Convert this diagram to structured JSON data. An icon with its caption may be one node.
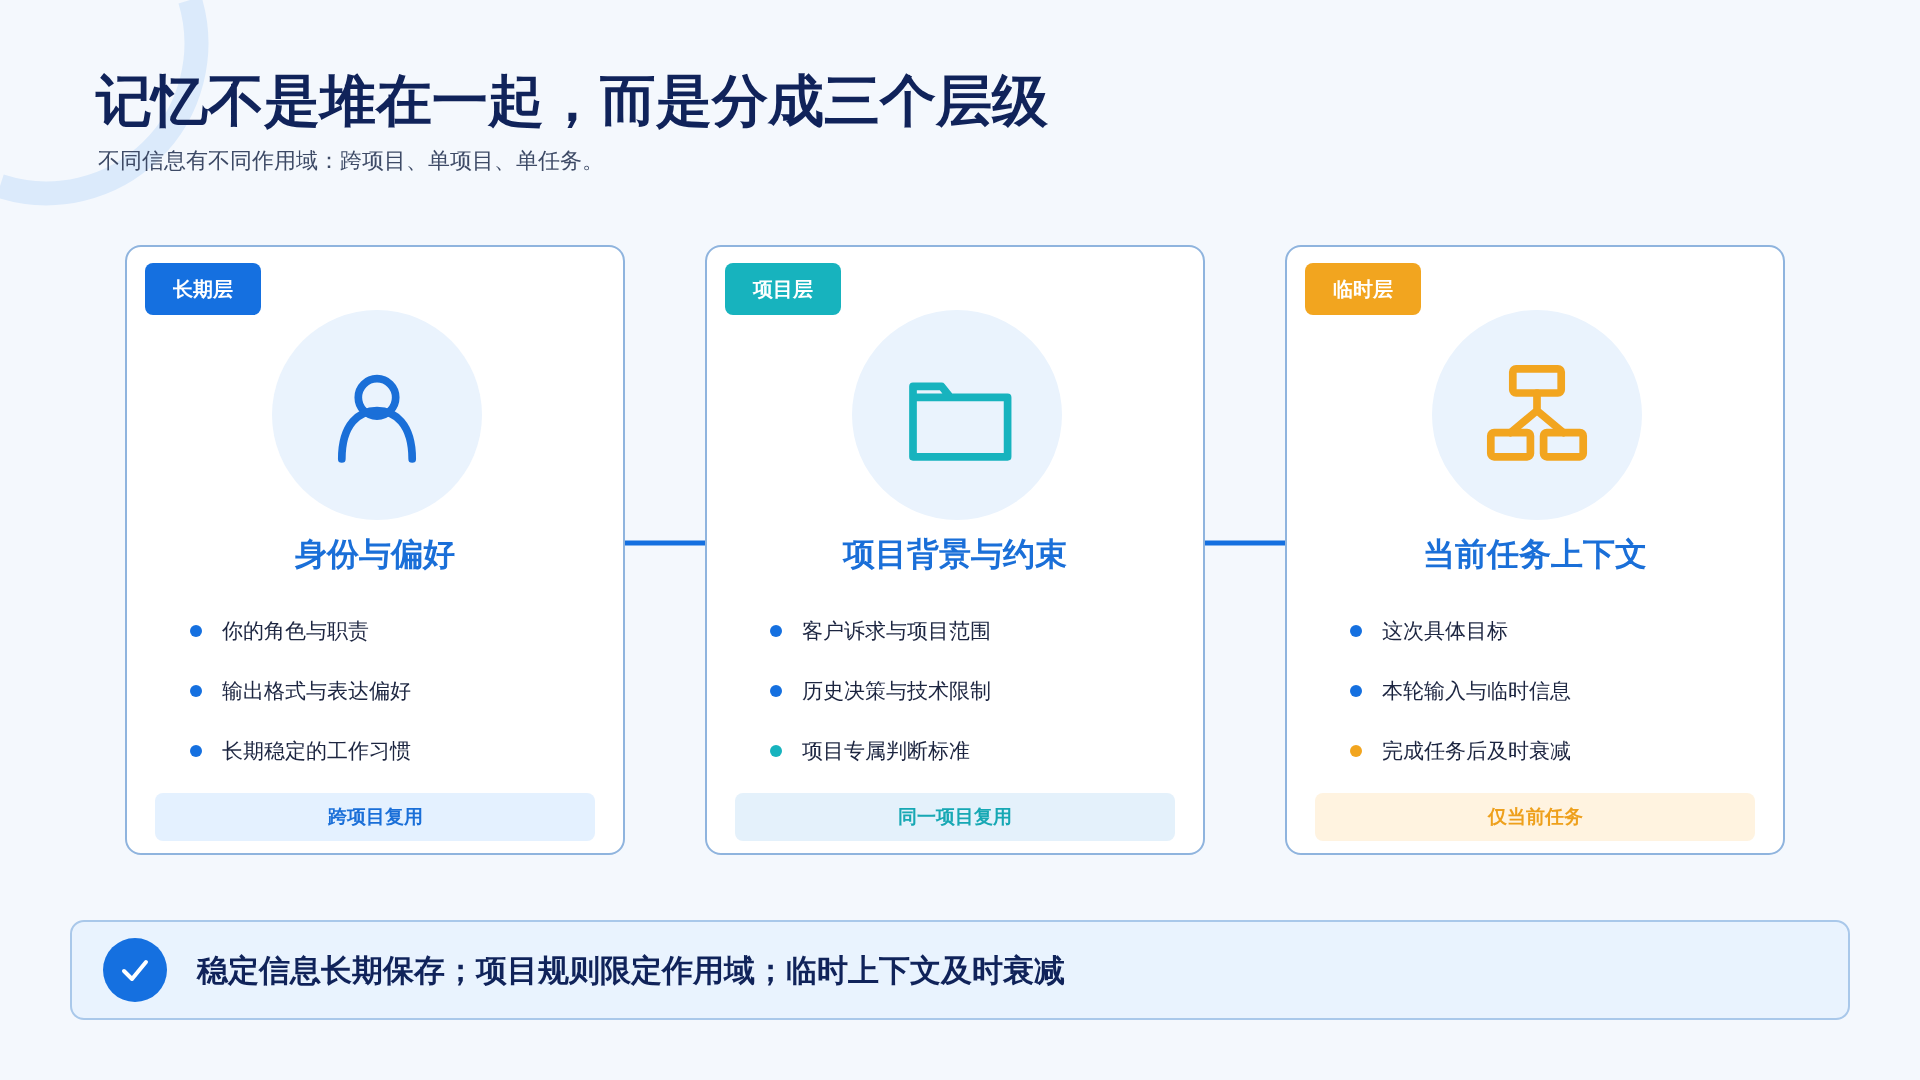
{
  "diagram": {
    "title": "记忆不是堆在一起，而是分成三个层级",
    "nodes": [
      {
        "text": [
          "身份与偏好",
          "你的角色与职责",
          "输出格式与表达偏好",
          "长期稳定的工作习惯"
        ]
      },
      {
        "text": [
          "长期层"
        ],
        "in": 0
      },
      {
        "text": [
          "跨项目复用"
        ],
        "in": 0
      },
      {
        "text": [
          "项目背景与约束",
          "客户诉求与项目范围",
          "历史决策与技术限制",
          "项目专属判断标准"
        ]
      },
      {
        "text": [
          "项目层"
        ],
        "in": 3
      },
      {
        "text": [
          "同一项目复用"
        ],
        "in": 3
      },
      {
        "text": [
          "当前任务上下文",
          "这次具体目标",
          "本轮输入与临时信息",
          "完成任务后及时衰减"
        ]
      },
      {
        "text": [
          "临时层"
        ],
        "in": 6
      },
      {
        "text": [
          "仅当前任务"
        ],
        "in": 6
      },
      {
        "text": [
          "稳定信息长期保存；项目规则限定作用域；临时上下文及时衰减"
        ]
      }
    ],
    "edges": [
      {
        "from": 0,
        "to": 3,
        "arrow": "none"
      },
      {
        "from": 3,
        "to": 6,
        "arrow": "none"
      }
    ],
    "labels": [
      "不同信息有不同作用域：跨项目、单项目、单任务。"
    ]
  }
}
